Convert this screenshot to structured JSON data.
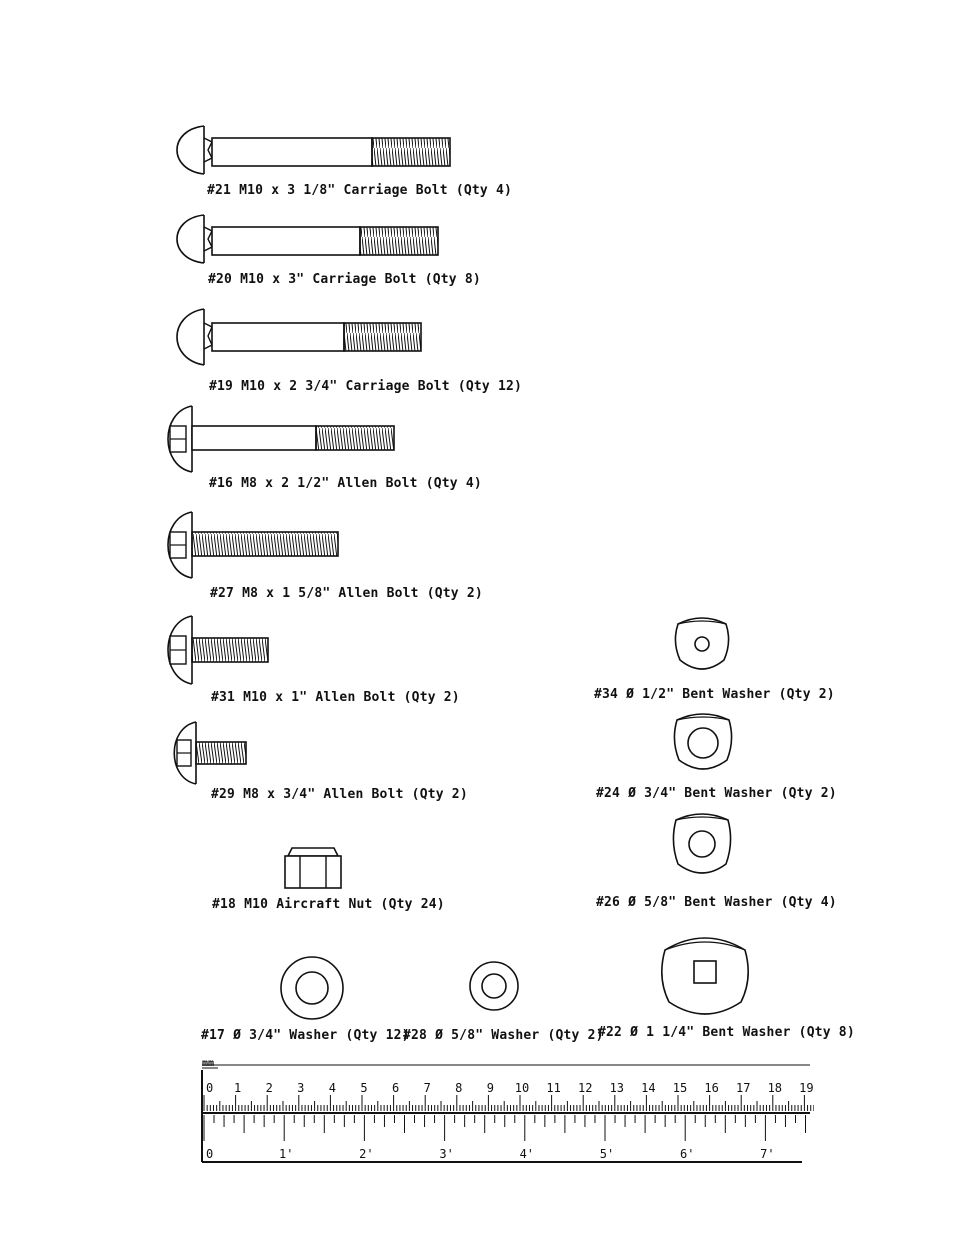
{
  "parts": [
    {
      "id": "21",
      "label": "#21 M10 x 3 1/8\" Carriage Bolt (Qty 4)"
    },
    {
      "id": "20",
      "label": "#20 M10 x 3\" Carriage Bolt (Qty 8)"
    },
    {
      "id": "19",
      "label": "#19 M10 x 2 3/4\" Carriage Bolt (Qty 12)"
    },
    {
      "id": "16",
      "label": "#16 M8 x 2 1/2\" Allen Bolt (Qty 4)"
    },
    {
      "id": "27",
      "label": "#27 M8 x 1 5/8\" Allen Bolt (Qty 2)"
    },
    {
      "id": "31",
      "label": "#31 M10 x 1\" Allen Bolt (Qty 2)"
    },
    {
      "id": "29",
      "label": "#29 M8 x 3/4\" Allen Bolt (Qty 2)"
    },
    {
      "id": "18",
      "label": "#18 M10 Aircraft Nut (Qty 24)"
    },
    {
      "id": "34",
      "label": "#34 Ø 1/2\" Bent Washer (Qty 2)"
    },
    {
      "id": "24",
      "label": "#24 Ø 3/4\" Bent Washer (Qty 2)"
    },
    {
      "id": "26",
      "label": "#26 Ø 5/8\" Bent Washer (Qty 4)"
    },
    {
      "id": "17",
      "label": "#17 Ø 3/4\" Washer (Qty 12)"
    },
    {
      "id": "28",
      "label": "#28 Ø 5/8\" Washer (Qty 2)"
    },
    {
      "id": "22",
      "label": "#22 Ø 1 1/4\" Bent Washer (Qty 8)"
    }
  ],
  "ruler": {
    "metric_unit": "mm",
    "cm_labels": [
      "0",
      "1",
      "2",
      "3",
      "4",
      "5",
      "6",
      "7",
      "8",
      "9",
      "10",
      "11",
      "12",
      "13",
      "14",
      "15",
      "16",
      "17",
      "18",
      "19"
    ],
    "inch_labels": [
      "0",
      "1'",
      "2'",
      "3'",
      "4'",
      "5'",
      "6'",
      "7'"
    ]
  }
}
